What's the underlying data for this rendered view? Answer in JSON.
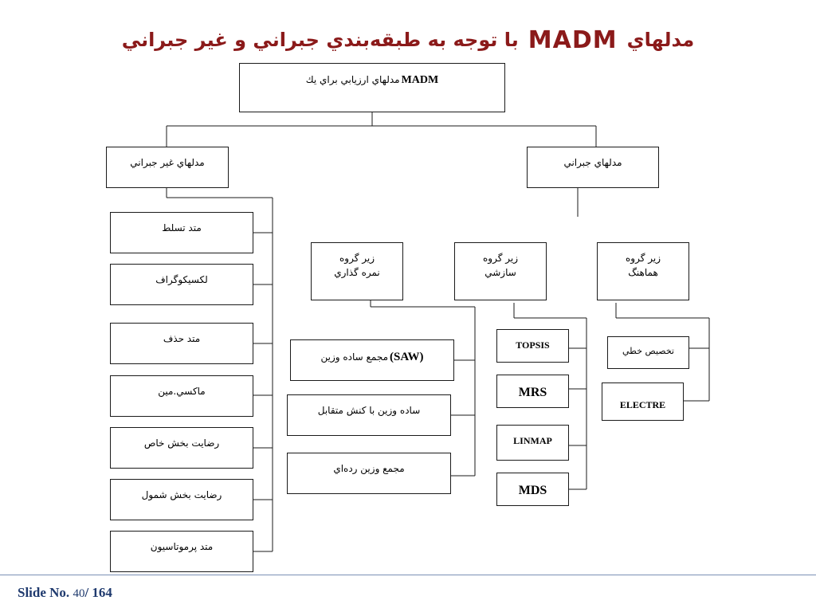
{
  "slide_title": {
    "persian_part_1": "مدلهاي",
    "english": "MADM",
    "persian_part_2": "با توجه به طبقه‌بندي جبراني و غير جبراني"
  },
  "root": {
    "fa": "مدلهاي ارزيابي براي يك",
    "en": "MADM"
  },
  "non_compensatory": {
    "label": "مدلهاي غير جبراني",
    "methods": [
      "متد تسلط",
      "لكسيكوگراف",
      "متد حذف",
      "ماكسي.مين",
      "رضايت بخش خاص",
      "رضايت بخش شمول",
      "متد پرموتاسيون"
    ]
  },
  "compensatory": {
    "label": "مدلهاي جبراني",
    "subgroups": {
      "scoring": {
        "line1": "زير گروه",
        "line2": "نمره گذاري"
      },
      "compromise": {
        "line1": "زير گروه",
        "line2": "سازشي"
      },
      "concordance": {
        "line1": "زير گروه",
        "line2": "هماهنگ"
      }
    },
    "scoring_methods": {
      "saw": {
        "fa": "مجمع ساده وزين",
        "en": "(SAW)"
      },
      "interactive": "ساده وزين با كنش متقابل",
      "hierarchical": "مجمع   وزين رده‌اي"
    },
    "compromise_methods": [
      "TOPSIS",
      "MRS",
      "LINMAP",
      "MDS"
    ],
    "concordance_methods": [
      "تخصيص خطي",
      "ELECTRE"
    ]
  },
  "footer": {
    "prefix": "Slide No.",
    "current": "40",
    "separator": "/",
    "total": "164"
  },
  "colors": {
    "title": "#8b1a1a",
    "footer": "#1f3a6e",
    "footer_rule": "#7a8fb5",
    "lines": "#1a1a1a"
  }
}
